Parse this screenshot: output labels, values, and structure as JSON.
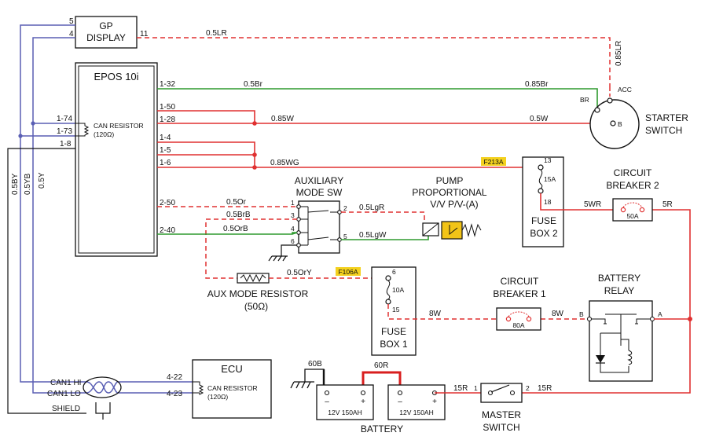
{
  "colors": {
    "red": "#e03030",
    "green": "#2e9a2e",
    "blue": "#5a5fb4",
    "black": "#111111",
    "fuse_tag": "#f4d11e",
    "valve": "#f2c417",
    "dark_red": "#d81e1e"
  },
  "components": {
    "gp_display": {
      "line1": "GP",
      "line2": "DISPLAY",
      "pin_5": "5",
      "pin_4": "4",
      "pin_11": "11"
    },
    "epos": {
      "title": "EPOS 10i",
      "can_resistor": "CAN RESISTOR",
      "can_ohm": "(120Ω)",
      "pins_left": [
        "1-74",
        "1-73",
        "1-8"
      ],
      "pins_right": [
        "1-32",
        "1-50",
        "1-28",
        "1-4",
        "1-5",
        "1-6",
        "2-50",
        "2-40"
      ]
    },
    "starter": {
      "line1": "STARTER",
      "line2": "SWITCH",
      "acc": "ACC",
      "br": "BR",
      "b": "B"
    },
    "aux_sw": {
      "line1": "AUXILIARY",
      "line2": "MODE SW",
      "pins": [
        "1",
        "3",
        "4",
        "6",
        "2",
        "5"
      ]
    },
    "pump": {
      "line1": "PUMP",
      "line2": "PROPORTIONAL",
      "line3": "V/V P/V-(A)"
    },
    "fuse_box_2": {
      "line1": "FUSE",
      "line2": "BOX 2",
      "pin_top": "13",
      "rating": "15A",
      "pin_bottom": "18",
      "tag": "F213A"
    },
    "fuse_box_1": {
      "line1": "FUSE",
      "line2": "BOX 1",
      "pin_top": "6",
      "rating": "10A",
      "pin_bottom": "15",
      "tag": "F106A"
    },
    "cb2": {
      "line1": "CIRCUIT",
      "line2": "BREAKER 2",
      "rating": "50A"
    },
    "cb1": {
      "line1": "CIRCUIT",
      "line2": "BREAKER 1",
      "rating": "80A"
    },
    "relay": {
      "line1": "BATTERY",
      "line2": "RELAY",
      "b": "B",
      "a": "A"
    },
    "aux_resistor": {
      "line1": "AUX MODE RESISTOR",
      "line2": "(50Ω)"
    },
    "ecu": {
      "title": "ECU",
      "can_resistor": "CAN RESISTOR",
      "can_ohm": "(120Ω)",
      "pin_1": "4-22",
      "pin_2": "4-23"
    },
    "battery": {
      "label": "BATTERY",
      "spec_1": "12V 150AH",
      "spec_2": "12V 150AH",
      "minus": "–",
      "plus": "+"
    },
    "master": {
      "line1": "MASTER",
      "line2": "SWITCH",
      "pin_1": "1",
      "pin_2": "2"
    },
    "can_bus": {
      "hi": "CAN1 HI",
      "lo": "CAN1 LO",
      "shield": "SHIELD"
    }
  },
  "wires": {
    "w_05LR": "0.5LR",
    "w_085LR": "0.85LR",
    "w_05Br": "0.5Br",
    "w_085Br": "0.85Br",
    "w_085W": "0.85W",
    "w_05W": "0.5W",
    "w_085WG": "0.85WG",
    "w_05Or": "0.5Or",
    "w_05BrB": "0.5BrB",
    "w_05OrB": "0.5OrB",
    "w_05LgR": "0.5LgR",
    "w_05LgW": "0.5LgW",
    "w_05OrY": "0.5OrY",
    "w_5WR": "5WR",
    "w_5R": "5R",
    "w_8W_a": "8W",
    "w_8W_b": "8W",
    "w_60B": "60B",
    "w_60R": "60R",
    "w_15R_a": "15R",
    "w_15R_b": "15R",
    "w_05BY": "0.5BY",
    "w_05YB": "0.5YB",
    "w_05Y": "0.5Y"
  }
}
